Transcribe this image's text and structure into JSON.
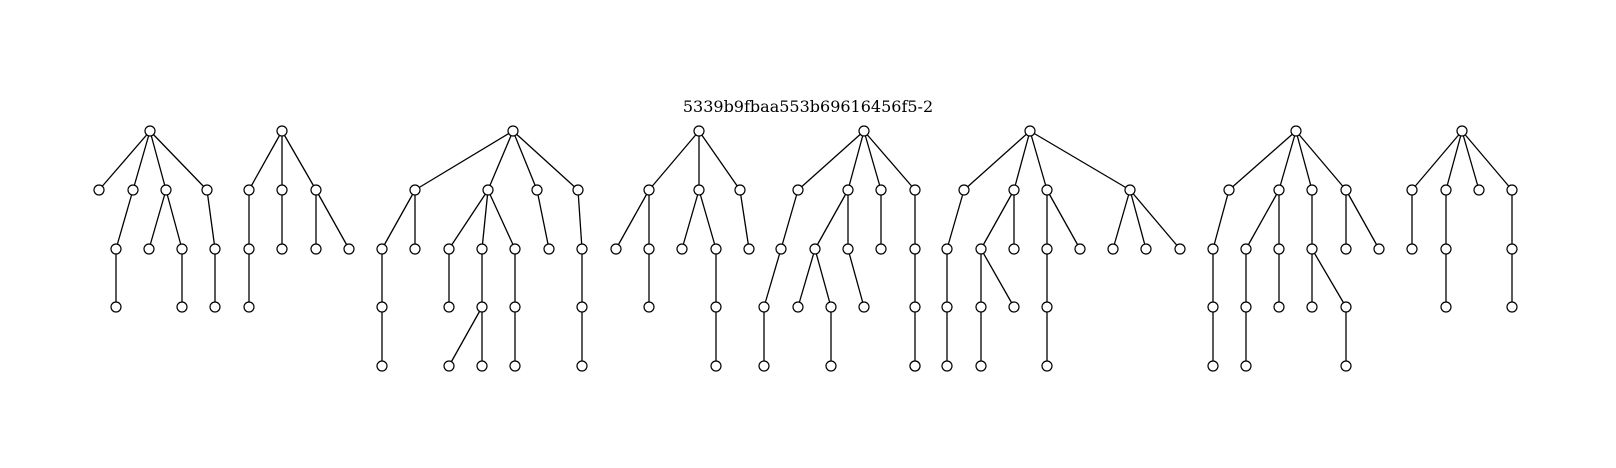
{
  "diagram": {
    "title": "5339b9fbaa553b69616456f5-2",
    "style": {
      "node_fill": "#ffffff",
      "stroke": "#000000"
    },
    "trees": [
      {
        "id": "t1",
        "nodes": [
          "r",
          "a",
          "b",
          "c",
          "d",
          "e",
          "f",
          "g",
          "h",
          "i",
          "j",
          "k"
        ],
        "edges": [
          [
            "r",
            "a"
          ],
          [
            "r",
            "b"
          ],
          [
            "r",
            "c"
          ],
          [
            "r",
            "d"
          ],
          [
            "b",
            "e"
          ],
          [
            "e",
            "f"
          ],
          [
            "c",
            "g"
          ],
          [
            "c",
            "h"
          ],
          [
            "h",
            "i"
          ],
          [
            "d",
            "j"
          ],
          [
            "j",
            "k"
          ]
        ]
      },
      {
        "id": "t2",
        "nodes": [
          "r",
          "a",
          "b",
          "c",
          "d",
          "e",
          "f",
          "g",
          "h"
        ],
        "edges": [
          [
            "r",
            "a"
          ],
          [
            "r",
            "b"
          ],
          [
            "r",
            "c"
          ],
          [
            "a",
            "d"
          ],
          [
            "d",
            "e"
          ],
          [
            "b",
            "f"
          ],
          [
            "c",
            "g"
          ],
          [
            "c",
            "h"
          ]
        ]
      },
      {
        "id": "t3",
        "nodes": [
          "r",
          "a",
          "b",
          "c",
          "d",
          "e",
          "f",
          "g",
          "h",
          "i",
          "j",
          "k",
          "l",
          "m",
          "n",
          "o",
          "p",
          "q",
          "s",
          "t"
        ],
        "edges": [
          [
            "r",
            "a"
          ],
          [
            "r",
            "b"
          ],
          [
            "r",
            "c"
          ],
          [
            "r",
            "d"
          ],
          [
            "a",
            "e"
          ],
          [
            "a",
            "f"
          ],
          [
            "e",
            "g"
          ],
          [
            "g",
            "h"
          ],
          [
            "b",
            "i"
          ],
          [
            "b",
            "j"
          ],
          [
            "b",
            "k"
          ],
          [
            "i",
            "l"
          ],
          [
            "j",
            "m"
          ],
          [
            "m",
            "n"
          ],
          [
            "m",
            "o"
          ],
          [
            "k",
            "p"
          ],
          [
            "p",
            "q"
          ],
          [
            "c",
            "s"
          ],
          [
            "d",
            "t"
          ],
          [
            "t",
            "u"
          ],
          [
            "u",
            "v"
          ]
        ]
      },
      {
        "id": "t4",
        "nodes": [
          "r",
          "a",
          "b",
          "c",
          "d",
          "e",
          "f",
          "g",
          "h",
          "i",
          "j",
          "k",
          "l"
        ],
        "edges": [
          [
            "r",
            "a"
          ],
          [
            "r",
            "b"
          ],
          [
            "r",
            "c"
          ],
          [
            "a",
            "d"
          ],
          [
            "a",
            "e"
          ],
          [
            "e",
            "f"
          ],
          [
            "b",
            "g"
          ],
          [
            "b",
            "h"
          ],
          [
            "h",
            "i"
          ],
          [
            "i",
            "j"
          ],
          [
            "c",
            "k"
          ]
        ]
      },
      {
        "id": "t5",
        "nodes": [
          "r",
          "a",
          "b",
          "c",
          "d",
          "e",
          "f",
          "g",
          "h",
          "i",
          "j",
          "k",
          "l",
          "m",
          "n",
          "o",
          "p",
          "q"
        ],
        "edges": [
          [
            "r",
            "a"
          ],
          [
            "r",
            "b"
          ],
          [
            "r",
            "c"
          ],
          [
            "r",
            "d"
          ],
          [
            "a",
            "e"
          ],
          [
            "e",
            "f"
          ],
          [
            "f",
            "g"
          ],
          [
            "b",
            "h"
          ],
          [
            "b",
            "i"
          ],
          [
            "h",
            "j"
          ],
          [
            "h",
            "k"
          ],
          [
            "k",
            "l"
          ],
          [
            "i",
            "m"
          ],
          [
            "c",
            "n"
          ],
          [
            "d",
            "o"
          ],
          [
            "o",
            "p"
          ],
          [
            "p",
            "q"
          ],
          [
            "q",
            "s"
          ]
        ]
      },
      {
        "id": "t6",
        "nodes": [
          "r",
          "a",
          "b",
          "c",
          "d",
          "e",
          "f",
          "g",
          "h",
          "i",
          "j",
          "k",
          "l",
          "m",
          "n",
          "o",
          "p",
          "q"
        ],
        "edges": [
          [
            "r",
            "a"
          ],
          [
            "r",
            "b"
          ],
          [
            "r",
            "c"
          ],
          [
            "r",
            "d"
          ],
          [
            "a",
            "e"
          ],
          [
            "e",
            "f"
          ],
          [
            "f",
            "g"
          ],
          [
            "b",
            "h"
          ],
          [
            "b",
            "i"
          ],
          [
            "h",
            "j"
          ],
          [
            "h",
            "k"
          ],
          [
            "j",
            "l"
          ],
          [
            "c",
            "m"
          ],
          [
            "c",
            "n"
          ],
          [
            "m",
            "o"
          ],
          [
            "o",
            "p"
          ],
          [
            "d",
            "q"
          ],
          [
            "d",
            "s"
          ],
          [
            "d",
            "t"
          ]
        ]
      },
      {
        "id": "t7",
        "nodes": [
          "r",
          "a",
          "b",
          "c",
          "d",
          "e",
          "f",
          "g",
          "h",
          "i",
          "j",
          "k",
          "l",
          "m",
          "n",
          "o",
          "p"
        ],
        "edges": [
          [
            "r",
            "a"
          ],
          [
            "r",
            "b"
          ],
          [
            "r",
            "c"
          ],
          [
            "r",
            "d"
          ],
          [
            "a",
            "e"
          ],
          [
            "e",
            "f"
          ],
          [
            "f",
            "g"
          ],
          [
            "b",
            "h"
          ],
          [
            "b",
            "i"
          ],
          [
            "h",
            "j"
          ],
          [
            "j",
            "k"
          ],
          [
            "i",
            "l"
          ],
          [
            "c",
            "m"
          ],
          [
            "m",
            "n"
          ],
          [
            "m",
            "o"
          ],
          [
            "o",
            "p"
          ],
          [
            "d",
            "q"
          ],
          [
            "d",
            "s"
          ]
        ]
      },
      {
        "id": "t8",
        "nodes": [
          "r",
          "a",
          "b",
          "c",
          "d",
          "e",
          "f",
          "g",
          "h",
          "i"
        ],
        "edges": [
          [
            "r",
            "a"
          ],
          [
            "r",
            "b"
          ],
          [
            "r",
            "c"
          ],
          [
            "r",
            "d"
          ],
          [
            "a",
            "e"
          ],
          [
            "b",
            "f"
          ],
          [
            "f",
            "g"
          ],
          [
            "d",
            "h"
          ],
          [
            "h",
            "i"
          ]
        ]
      }
    ]
  }
}
